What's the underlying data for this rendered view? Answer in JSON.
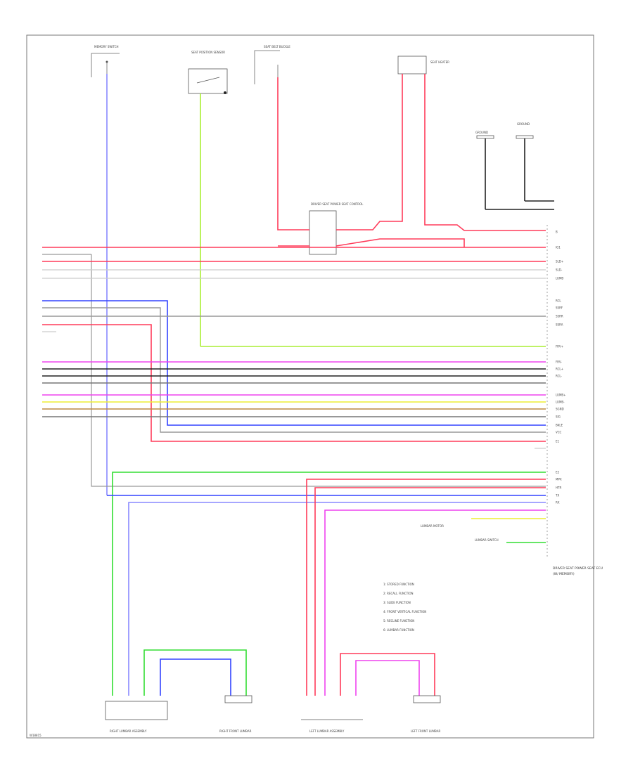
{
  "page_id": "W18815",
  "legend": [
    "1: STORED FUNCTION",
    "2: RECALL FUNCTION",
    "3: SLIDE FUNCTION",
    "4: FRONT VERTICAL FUNCTION",
    "5: RECLINE FUNCTION",
    "6: LUMBAR FUNCTION"
  ],
  "components": {
    "top_switch_1": "MEMORY SWITCH",
    "top_switch_2": "SEAT POSITION SENSOR",
    "top_switch_3": "SEAT BELT BUCKLE",
    "top_switch_4": "SEAT HEATER",
    "junction": "DRIVER SEAT POWER SEAT CONTROL",
    "ground_1": "GROUND",
    "ground_2": "GROUND",
    "ecu": "DRIVER SEAT POWER SEAT ECU",
    "ecu_sub": "(W/ MEMORY)",
    "lumbar_motor": "LUMBAR MOTOR",
    "lumbar_switch": "LUMBAR SWITCH",
    "bottom_1": "RIGHT LUMBAR ASSEMBLY",
    "bottom_2": "RIGHT FRONT LUMBAR",
    "bottom_3": "LEFT LUMBAR ASSEMBLY",
    "bottom_4": "LEFT FRONT LUMBAR"
  },
  "pin_labels_right": [
    "B",
    "IG1",
    "SLD+",
    "SLD-",
    "LUMB",
    "RCL",
    "SSRF",
    "SSRR",
    "SSRA",
    "FRV+",
    "FRV-",
    "RCL+",
    "RCL-",
    "LUMB+",
    "LUMB-",
    "SGND",
    "SIG",
    "BKLE",
    "VCC",
    "E1",
    "E2",
    "MPX",
    "HTR",
    "TX",
    "RX"
  ],
  "colors": {
    "red": "#ff3b5a",
    "pink": "#ff66cc",
    "magenta": "#ee44ee",
    "blue": "#3344ff",
    "lightblue": "#8888ff",
    "green": "#33dd33",
    "yellowgreen": "#aaee33",
    "yellow": "#eeee33",
    "brown": "#bb8844",
    "black": "#222222",
    "gray": "#999999",
    "lightgray": "#cccccc",
    "orange": "#ffaa66"
  }
}
